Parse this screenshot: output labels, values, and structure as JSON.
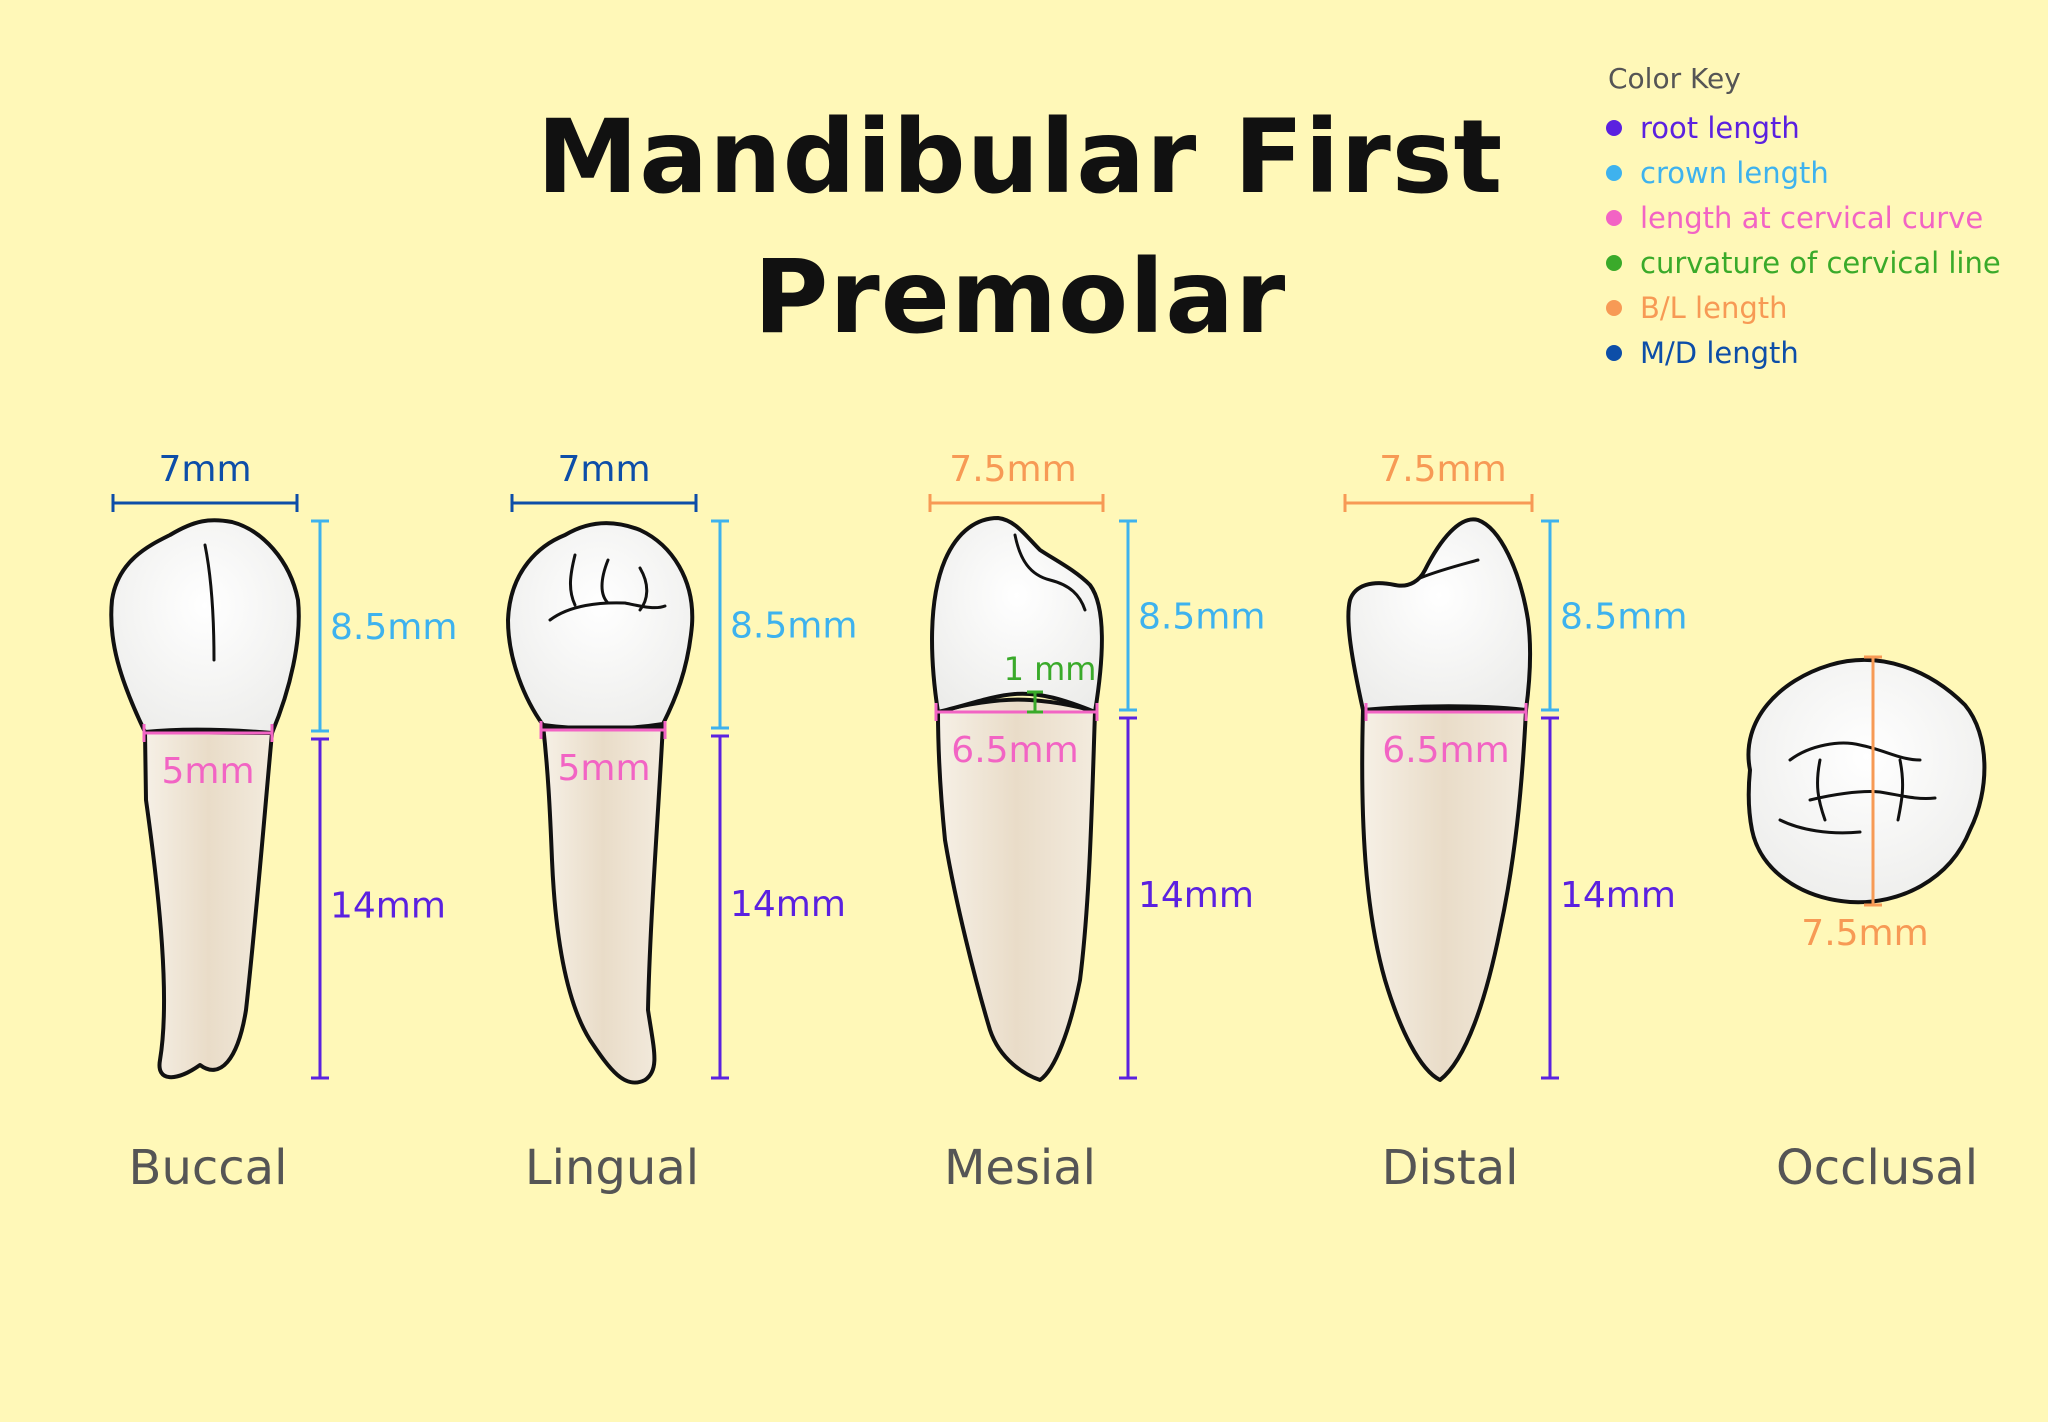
{
  "title": {
    "line1": "Mandibular First",
    "line2": "Premolar"
  },
  "legend": {
    "title": "Color Key",
    "items": [
      {
        "label": "root length",
        "color": "#5b21e0"
      },
      {
        "label": "crown length",
        "color": "#3eb2ee"
      },
      {
        "label": "length at cervical curve",
        "color": "#f264c4"
      },
      {
        "label": "curvature of cervical line",
        "color": "#3aaa2a"
      },
      {
        "label": "B/L length",
        "color": "#f79a55"
      },
      {
        "label": "M/D length",
        "color": "#0d4ea8"
      }
    ]
  },
  "views": [
    {
      "name": "Buccal",
      "width_label": "7mm",
      "width_type": "M/D length",
      "crown": "8.5mm",
      "cervical": "5mm",
      "root": "14mm"
    },
    {
      "name": "Lingual",
      "width_label": "7mm",
      "width_type": "M/D length",
      "crown": "8.5mm",
      "cervical": "5mm",
      "root": "14mm"
    },
    {
      "name": "Mesial",
      "width_label": "7.5mm",
      "width_type": "B/L length",
      "crown": "8.5mm",
      "cervical": "6.5mm",
      "root": "14mm",
      "curvature": "1 mm"
    },
    {
      "name": "Distal",
      "width_label": "7.5mm",
      "width_type": "B/L length",
      "crown": "8.5mm",
      "cervical": "6.5mm",
      "root": "14mm"
    },
    {
      "name": "Occlusal",
      "width_label": "7.5mm",
      "width_type": "B/L length"
    }
  ],
  "colors": {
    "background": "#fff8b8",
    "enamel": "#fbfbf7",
    "root": "#efe6d6",
    "outline": "#111111"
  }
}
